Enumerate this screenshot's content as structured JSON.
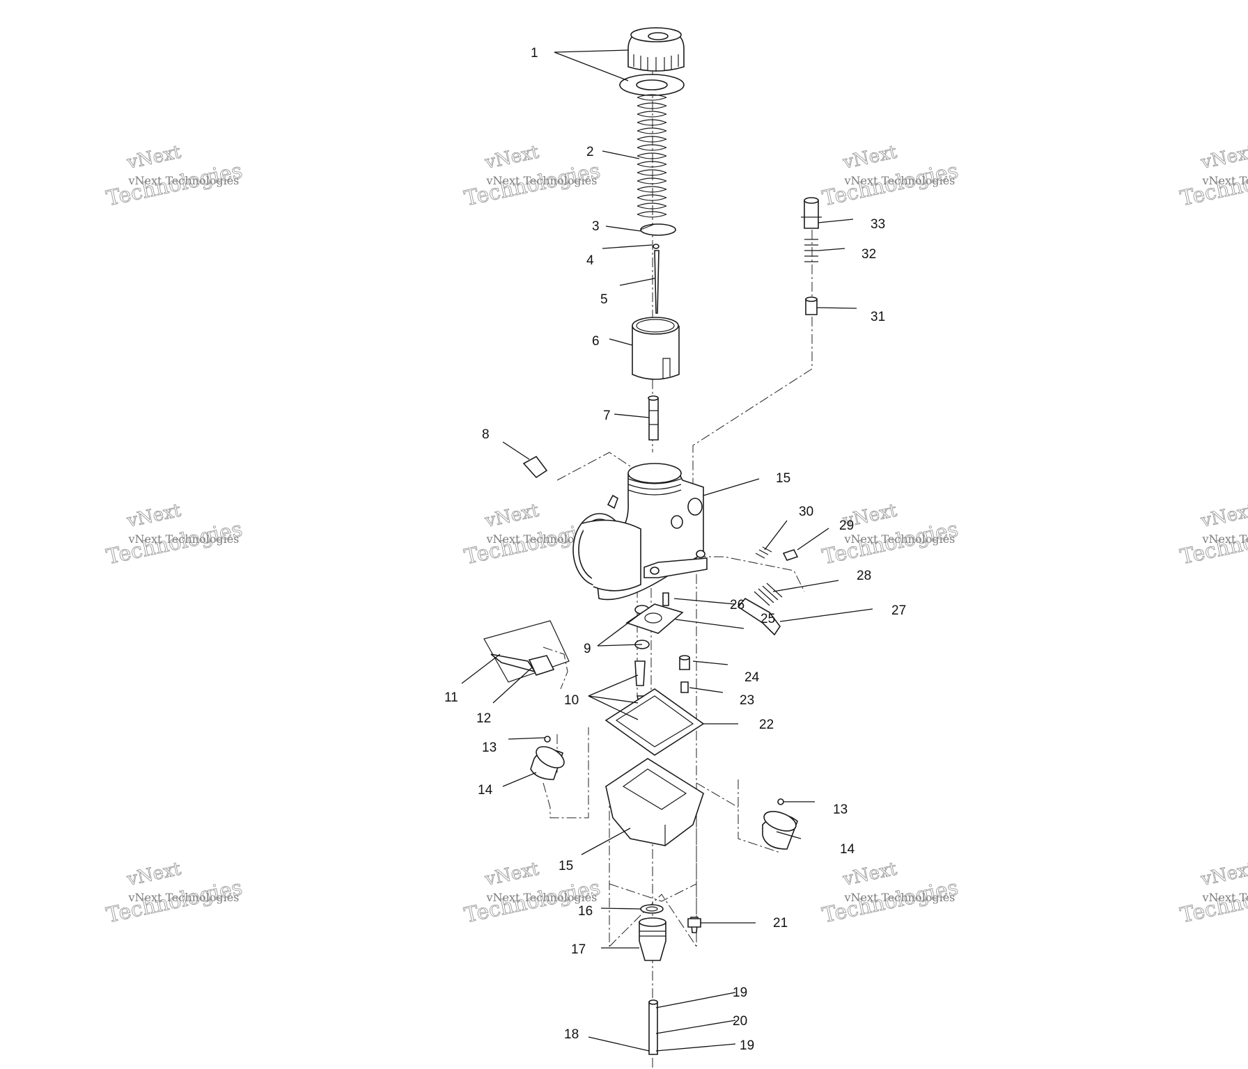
{
  "watermark": {
    "line1": "vNext",
    "line2": "vNext Technologies",
    "line3": "Technologies"
  },
  "callouts": [
    {
      "id": "c1",
      "label": "1"
    },
    {
      "id": "c2",
      "label": "2"
    },
    {
      "id": "c3",
      "label": "3"
    },
    {
      "id": "c4",
      "label": "4"
    },
    {
      "id": "c5",
      "label": "5"
    },
    {
      "id": "c6",
      "label": "6"
    },
    {
      "id": "c7",
      "label": "7"
    },
    {
      "id": "c8",
      "label": "8"
    },
    {
      "id": "c9",
      "label": "9"
    },
    {
      "id": "c10",
      "label": "10"
    },
    {
      "id": "c11",
      "label": "11"
    },
    {
      "id": "c12",
      "label": "12"
    },
    {
      "id": "c13a",
      "label": "13"
    },
    {
      "id": "c14a",
      "label": "14"
    },
    {
      "id": "c13b",
      "label": "13"
    },
    {
      "id": "c14b",
      "label": "14"
    },
    {
      "id": "c15a",
      "label": "15"
    },
    {
      "id": "c15b",
      "label": "15"
    },
    {
      "id": "c16",
      "label": "16"
    },
    {
      "id": "c17",
      "label": "17"
    },
    {
      "id": "c18",
      "label": "18"
    },
    {
      "id": "c19a",
      "label": "19"
    },
    {
      "id": "c20",
      "label": "20"
    },
    {
      "id": "c19b",
      "label": "19"
    },
    {
      "id": "c21",
      "label": "21"
    },
    {
      "id": "c22",
      "label": "22"
    },
    {
      "id": "c23",
      "label": "23"
    },
    {
      "id": "c24",
      "label": "24"
    },
    {
      "id": "c25",
      "label": "25"
    },
    {
      "id": "c26",
      "label": "26"
    },
    {
      "id": "c27",
      "label": "27"
    },
    {
      "id": "c28",
      "label": "28"
    },
    {
      "id": "c29",
      "label": "29"
    },
    {
      "id": "c30",
      "label": "30"
    },
    {
      "id": "c31",
      "label": "31"
    },
    {
      "id": "c32",
      "label": "32"
    },
    {
      "id": "c33",
      "label": "33"
    }
  ]
}
